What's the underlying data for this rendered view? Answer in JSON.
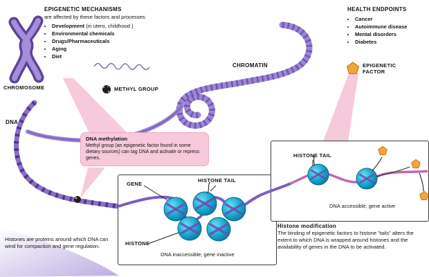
{
  "mechanisms": {
    "heading": "EPIGENETIC MECHANISMS",
    "intro": "are affected by these factors and processes:",
    "items": [
      {
        "bold": "Development",
        "rest": " (in utero, childhood )"
      },
      {
        "bold": "Environmental chemicals",
        "rest": ""
      },
      {
        "bold": "Drugs/Pharmaceuticals",
        "rest": ""
      },
      {
        "bold": "Aging",
        "rest": ""
      },
      {
        "bold": "Diet",
        "rest": ""
      }
    ]
  },
  "health": {
    "heading": "HEALTH ENDPOINTS",
    "items": [
      "Cancer",
      "Autoimmune disease",
      "Mental disorders",
      "Diabetes"
    ]
  },
  "labels": {
    "chromosome": "CHROMOSOME",
    "dna": "DNA",
    "chromatin": "CHROMATIN",
    "methyl_group": "METHYL GROUP",
    "epigenetic_factor": "EPIGENETIC FACTOR",
    "gene": "GENE",
    "histone": "HISTONE",
    "histone_tail_center": "HISTONE TAIL",
    "histone_tail_right": "HISTONE TAIL",
    "dna_inaccessible": "DNA inaccessible, gene inactive",
    "dna_accessible": "DNA accessible, gene active"
  },
  "dna_methylation": {
    "heading": "DNA methylation",
    "body": "Methyl group (an epigenetic factor found in some dietary sources) can tag DNA and activate or repress genes."
  },
  "histone_modification": {
    "heading": "Histone modification",
    "body": "The binding of epigenetic factors to histone \"tails\" alters the extent to which DNA is wrapped around histones and the availability of genes in the DNA to be activated."
  },
  "histone_note": "Histones are proteins around which DNA can wind for compaction and gene regulation.",
  "colors": {
    "chromatin_purple": "#9d85d4",
    "dna_purple": "#8a6fc8",
    "histone_teal": "#18a9cf",
    "callout_pink": "#f7c9da",
    "beam_pink": "#f5c3d7",
    "factor_orange": "#f3a43c",
    "methyl_dark": "#1e1e1e"
  }
}
